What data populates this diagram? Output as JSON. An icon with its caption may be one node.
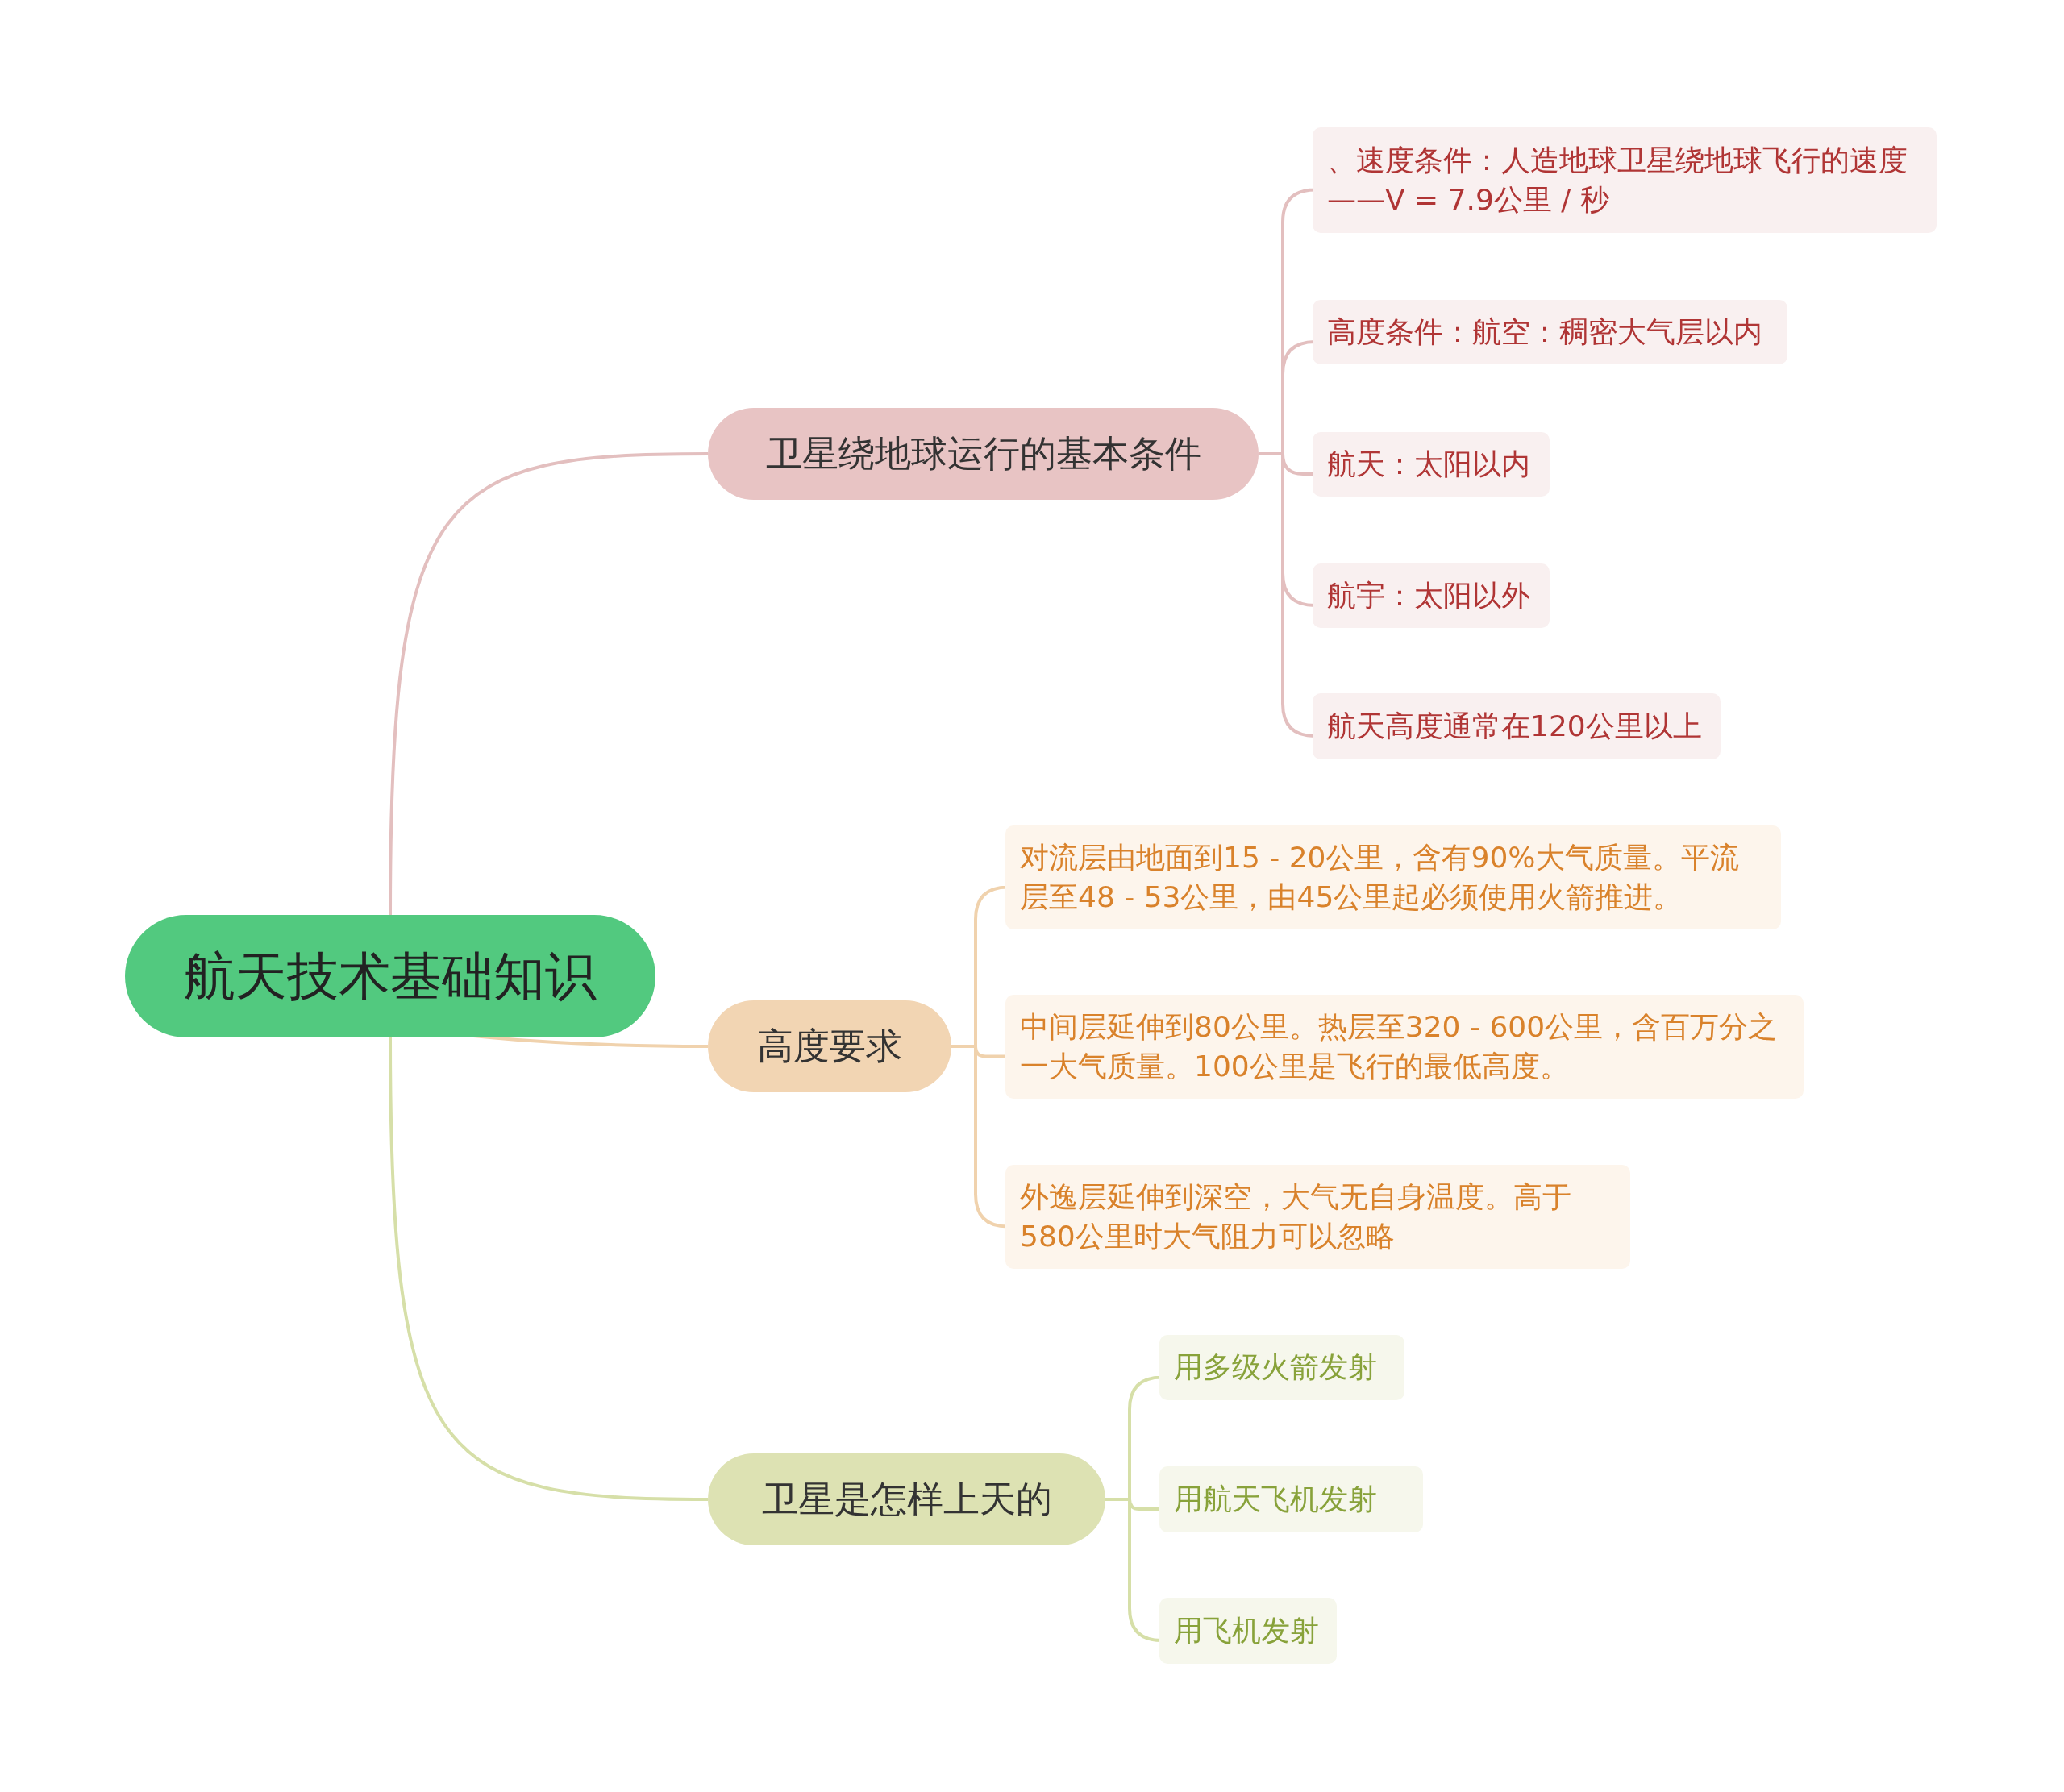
{
  "diagram": {
    "nodes": [
      {
        "text": [
          "航天技术基础知识"
        ]
      },
      {
        "text": [
          "卫星绕地球运行的基本条件"
        ]
      },
      {
        "text": [
          "高度要求"
        ]
      },
      {
        "text": [
          "卫星是怎样上天的"
        ]
      },
      {
        "text": [
          "、速度条件：人造地球卫星绕地球飞行的速度——V = 7.9公里 / 秒"
        ]
      },
      {
        "text": [
          "高度条件：航空：稠密大气层以内"
        ]
      },
      {
        "text": [
          "航天：太阳以内"
        ]
      },
      {
        "text": [
          "航宇：太阳以外"
        ]
      },
      {
        "text": [
          "航天高度通常在120公里以上"
        ]
      },
      {
        "text": [
          "对流层由地面到15 - 20公里，含有90%大气质量。平流层至48 - 53公里，由45公里起必须使用火箭推进。"
        ]
      },
      {
        "text": [
          "中间层延伸到80公里。热层至320 - 600公里，含百万分之一大气质量。100公里是飞行的最低高度。"
        ]
      },
      {
        "text": [
          "外逸层延伸到深空，大气无自身温度。高于580公里时大气阻力可以忽略"
        ]
      },
      {
        "text": [
          "用多级火箭发射"
        ]
      },
      {
        "text": [
          "用航天飞机发射"
        ]
      },
      {
        "text": [
          "用飞机发射"
        ]
      }
    ],
    "edges": [
      {
        "from": 0,
        "to": 1,
        "arrow": "none",
        "color": "#e3bfbf"
      },
      {
        "from": 0,
        "to": 2,
        "arrow": "none",
        "color": "#f0d2ad"
      },
      {
        "from": 0,
        "to": 3,
        "arrow": "none",
        "color": "#d6dfa8"
      },
      {
        "from": 1,
        "to": 4,
        "arrow": "none",
        "color": "#e3bfbf"
      },
      {
        "from": 1,
        "to": 5,
        "arrow": "none",
        "color": "#e3bfbf"
      },
      {
        "from": 1,
        "to": 6,
        "arrow": "none",
        "color": "#e3bfbf"
      },
      {
        "from": 1,
        "to": 7,
        "arrow": "none",
        "color": "#e3bfbf"
      },
      {
        "from": 1,
        "to": 8,
        "arrow": "none",
        "color": "#e3bfbf"
      },
      {
        "from": 2,
        "to": 9,
        "arrow": "none",
        "color": "#f0d2ad"
      },
      {
        "from": 2,
        "to": 10,
        "arrow": "none",
        "color": "#f0d2ad"
      },
      {
        "from": 2,
        "to": 11,
        "arrow": "none",
        "color": "#f0d2ad"
      },
      {
        "from": 3,
        "to": 12,
        "arrow": "none",
        "color": "#d6dfa8"
      },
      {
        "from": 3,
        "to": 13,
        "arrow": "none",
        "color": "#d6dfa8"
      },
      {
        "from": 3,
        "to": 14,
        "arrow": "none",
        "color": "#d6dfa8"
      }
    ]
  }
}
